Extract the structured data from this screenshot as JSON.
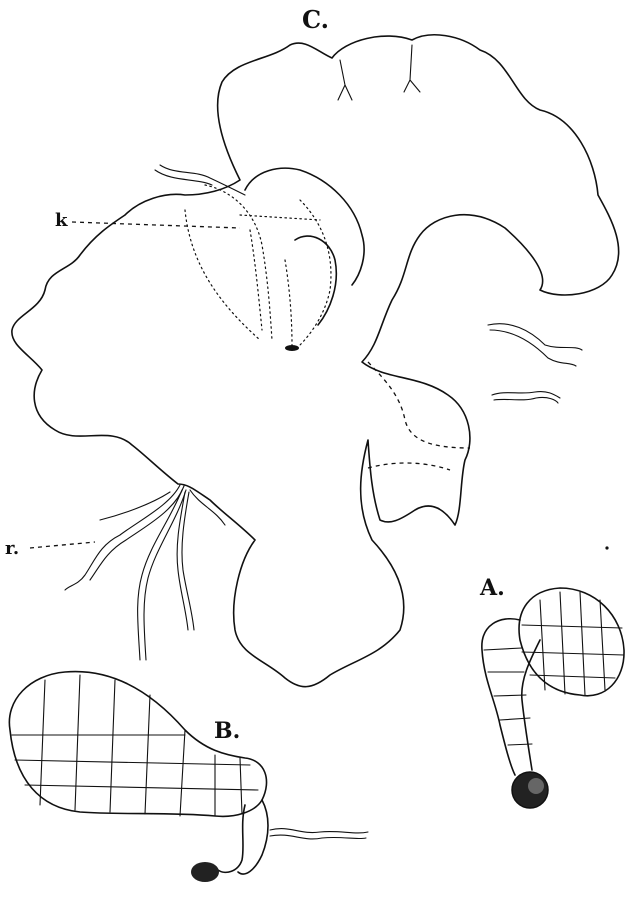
{
  "labels": {
    "c": "C.",
    "k": "k",
    "r": "r.",
    "a": "A.",
    "b": "B."
  }
}
